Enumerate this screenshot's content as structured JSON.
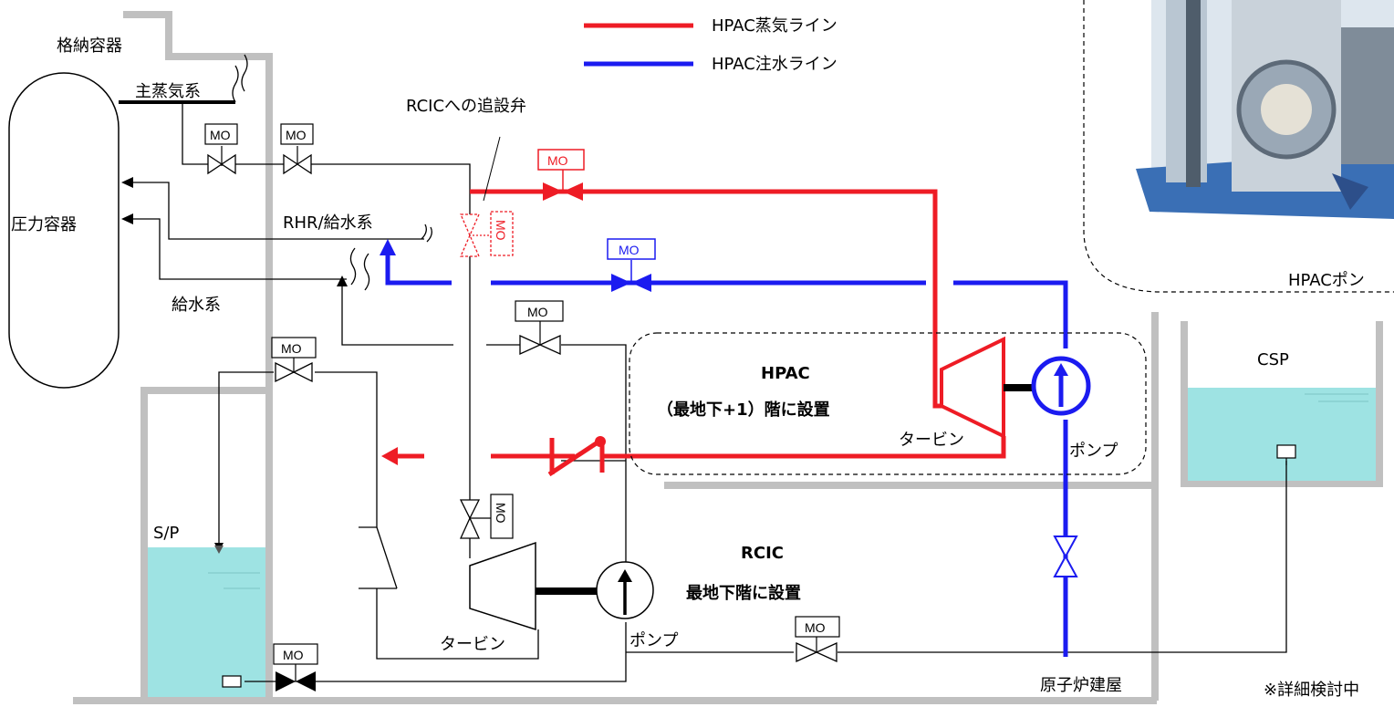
{
  "legend": {
    "steam_line": "HPAC蒸気ライン",
    "injection_line": "HPAC注水ライン"
  },
  "labels": {
    "containment": "格納容器",
    "main_steam": "主蒸気系",
    "pressure_vessel": "圧力容器",
    "rhr_feedwater": "RHR/給水系",
    "feedwater": "給水系",
    "rcic_added_valve": "RCICへの追設弁",
    "sp": "S/P",
    "hpac_title": "HPAC",
    "hpac_location": "（最地下+1）階に設置",
    "hpac_turbine": "タービン",
    "hpac_pump": "ポンプ",
    "rcic_title": "RCIC",
    "rcic_location": "最地下階に設置",
    "rcic_turbine": "タービン",
    "rcic_pump": "ポンプ",
    "csp": "CSP",
    "reactor_building": "原子炉建屋",
    "photo_caption": "HPACポン",
    "note": "※詳細検討中"
  },
  "valve_label": "MO",
  "colors": {
    "steam": "#ee1c25",
    "injection": "#1b1bf0",
    "wall": "#c0c0c0",
    "water": "#9ee3e3",
    "photo_frame": "#3a6fb5"
  }
}
